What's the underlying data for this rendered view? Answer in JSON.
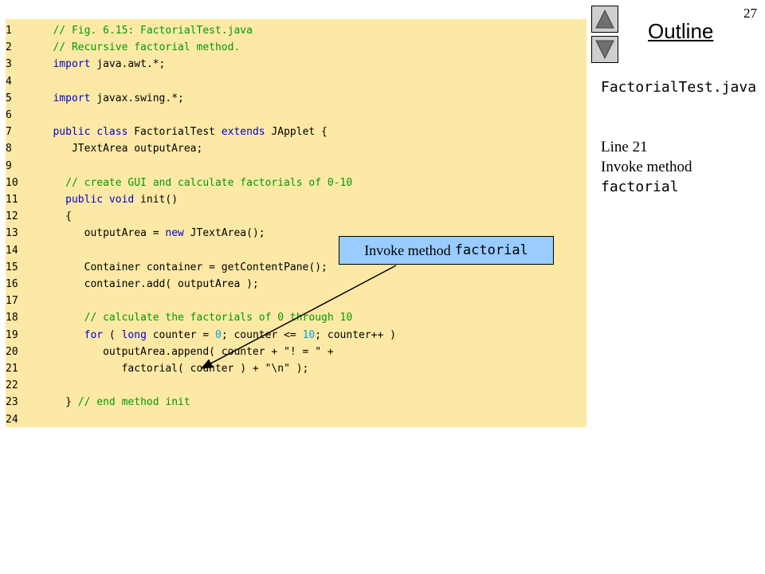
{
  "slide": {
    "page_number": "27",
    "outline_label": "Outline",
    "file_name": "FactorialTest.java",
    "note": {
      "line_ref": "Line 21",
      "text": "Invoke method",
      "code": "factorial"
    }
  },
  "callout": {
    "text": "Invoke method",
    "code": "factorial"
  },
  "code": {
    "line_numbers": [
      "1",
      "2",
      "3",
      "4",
      "5",
      "6",
      "7",
      "8",
      "9",
      "10",
      "11",
      "12",
      "13",
      "14",
      "15",
      "16",
      "17",
      "18",
      "19",
      "20",
      "21",
      "22",
      "23",
      "24"
    ],
    "lines": [
      [
        {
          "t": "   "
        },
        {
          "t": "// Fig. 6.15: FactorialTest.java",
          "c": "comment"
        }
      ],
      [
        {
          "t": "   "
        },
        {
          "t": "// Recursive factorial method.",
          "c": "comment"
        }
      ],
      [
        {
          "t": "   "
        },
        {
          "t": "import",
          "c": "kw"
        },
        {
          "t": " java.awt.*;"
        }
      ],
      [],
      [
        {
          "t": "   "
        },
        {
          "t": "import",
          "c": "kw"
        },
        {
          "t": " javax.swing.*;"
        }
      ],
      [],
      [
        {
          "t": "   "
        },
        {
          "t": "public class",
          "c": "kw"
        },
        {
          "t": " FactorialTest "
        },
        {
          "t": "extends",
          "c": "kw"
        },
        {
          "t": " JApplet {"
        }
      ],
      [
        {
          "t": "      JTextArea outputArea;"
        }
      ],
      [],
      [
        {
          "t": "     "
        },
        {
          "t": "// create GUI and calculate factorials of 0-10",
          "c": "comment"
        }
      ],
      [
        {
          "t": "     "
        },
        {
          "t": "public void",
          "c": "kw"
        },
        {
          "t": " init()"
        }
      ],
      [
        {
          "t": "     {"
        }
      ],
      [
        {
          "t": "        outputArea = "
        },
        {
          "t": "new",
          "c": "kw"
        },
        {
          "t": " JTextArea();"
        }
      ],
      [],
      [
        {
          "t": "        Container container = getContentPane();"
        }
      ],
      [
        {
          "t": "        container.add( outputArea );"
        }
      ],
      [],
      [
        {
          "t": "        "
        },
        {
          "t": "// calculate the factorials of 0 through 10",
          "c": "comment"
        }
      ],
      [
        {
          "t": "        "
        },
        {
          "t": "for",
          "c": "kw"
        },
        {
          "t": " ( "
        },
        {
          "t": "long",
          "c": "kw"
        },
        {
          "t": " counter = "
        },
        {
          "t": "0",
          "c": "num"
        },
        {
          "t": "; counter <= "
        },
        {
          "t": "10",
          "c": "num"
        },
        {
          "t": "; counter++ )"
        }
      ],
      [
        {
          "t": "           outputArea.append( counter + "
        },
        {
          "t": "\"! = \"",
          "c": "str"
        },
        {
          "t": " +"
        }
      ],
      [
        {
          "t": "              factorial( counter ) + "
        },
        {
          "t": "\"\\n\"",
          "c": "str"
        },
        {
          "t": " );"
        }
      ],
      [],
      [
        {
          "t": "     } "
        },
        {
          "t": "// end method init",
          "c": "comment"
        }
      ],
      []
    ]
  },
  "colors": {
    "code_background": "#fde9a6",
    "comment": "#009900",
    "keyword": "#0000cc",
    "number": "#00a0e0",
    "callout_background": "#99ccff",
    "nav_button": "#cfcfcf"
  },
  "icons": {
    "nav_up": "triangle-up-icon",
    "nav_down": "triangle-down-icon"
  }
}
